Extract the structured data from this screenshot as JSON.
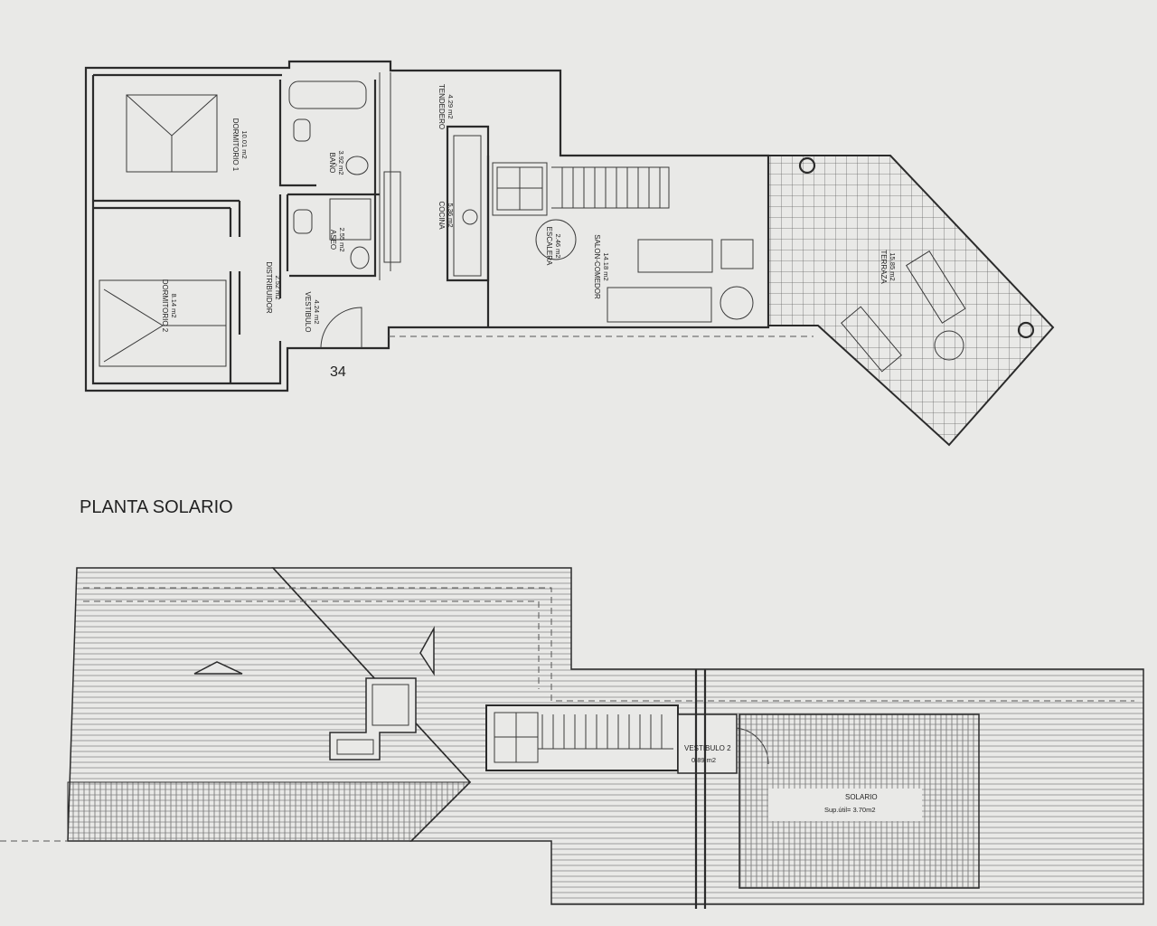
{
  "plan_title": "PLANTA SOLARIO",
  "unit_number": "34",
  "ground_floor": {
    "rooms": [
      {
        "id": "dormitorio-1",
        "name": "DORMITORIO 1",
        "area": "10.01 m2"
      },
      {
        "id": "dormitorio-2",
        "name": "DORMITORIO 2",
        "area": "8.14 m2"
      },
      {
        "id": "bano",
        "name": "BAÑO",
        "area": "3.92 m2"
      },
      {
        "id": "aseo",
        "name": "ASEO",
        "area": "2.55 m2"
      },
      {
        "id": "distribuidor",
        "name": "DISTRIBUIDOR",
        "area": "2.52 m2"
      },
      {
        "id": "vestibulo",
        "name": "VESTIBULO",
        "area": "4.24 m2"
      },
      {
        "id": "tendedero",
        "name": "TENDEDERO",
        "area": "4.29 m2"
      },
      {
        "id": "cocina",
        "name": "COCINA",
        "area": "5.36 m2"
      },
      {
        "id": "escalera",
        "name": "ESCALERA",
        "area": "2.46 m2"
      },
      {
        "id": "salon-comedor",
        "name": "SALON-COMEDOR",
        "area": "14.18 m2"
      },
      {
        "id": "terraza",
        "name": "TERRAZA",
        "area": "15.85 m2"
      }
    ]
  },
  "solarium_floor": {
    "vestibulo_2": {
      "name": "VESTIBULO 2",
      "area": "0.89 m2"
    },
    "solario": {
      "name": "SOLARIO",
      "area": "Sup.útil= 3.70m2"
    }
  }
}
